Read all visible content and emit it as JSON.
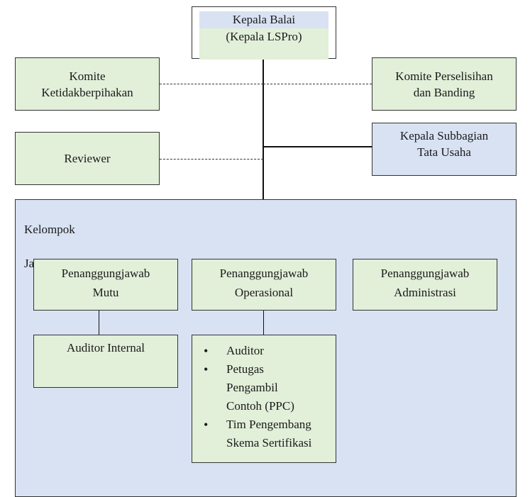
{
  "nodes": {
    "kepala_balai": {
      "line1": "Kepala  Balai",
      "line2": "(Kepala LSPro)"
    },
    "komite_ketidakberpihakan": {
      "line1": "Komite",
      "line2": "Ketidakberpihakan"
    },
    "komite_perselisihan": {
      "line1": "Komite  Perselisihan",
      "line2": "dan  Banding"
    },
    "reviewer": {
      "label": "Reviewer"
    },
    "kepala_subbagian": {
      "line1": "Kepala  Subbagian",
      "line2": "Tata  Usaha"
    },
    "kelompok": {
      "line1": "Kelompok",
      "line2": "Jabatan  Fungsional"
    },
    "pj_mutu": {
      "line1": "Penanggungjawab",
      "line2": "Mutu"
    },
    "pj_operasional": {
      "line1": "Penanggungjawab",
      "line2": "Operasional"
    },
    "pj_administrasi": {
      "line1": "Penanggungjawab",
      "line2": "Administrasi"
    },
    "auditor_internal": {
      "label": "Auditor Internal"
    },
    "operasional_staff": {
      "items": [
        {
          "text": "Auditor"
        },
        {
          "line1": "Petugas",
          "line2": "Pengambil",
          "line3": "Contoh (PPC)"
        },
        {
          "line1": "Tim Pengembang",
          "line2": "Skema Sertifikasi"
        }
      ]
    }
  }
}
